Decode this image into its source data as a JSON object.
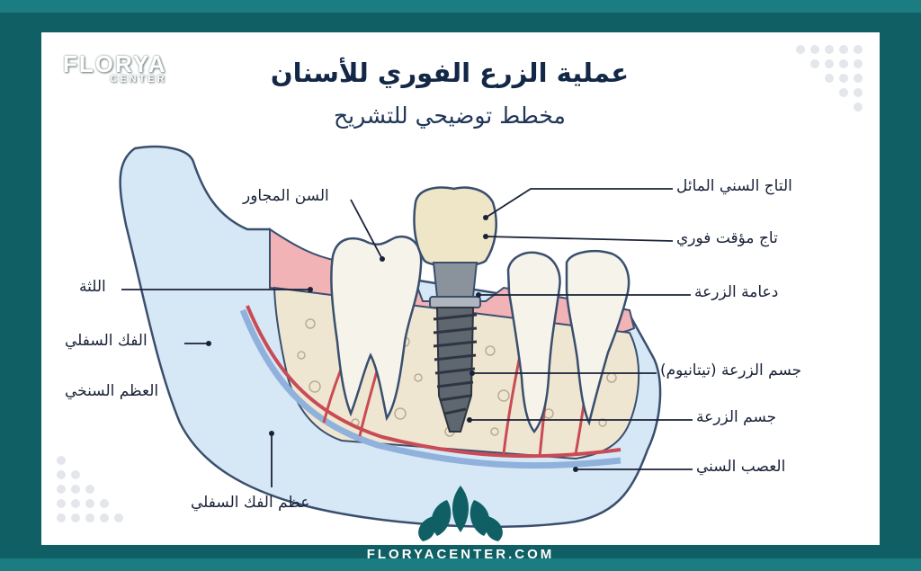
{
  "brand": {
    "name": "FLORYA",
    "sub": "CENTER"
  },
  "title": "عملية الزرع الفوري للأسنان",
  "subtitle": "مخطط توضيحي للتشريح",
  "labels": {
    "crown_tilted": "التاج السني المائل",
    "temp_crown": "تاج مؤقت فوري",
    "abutment": "دعامة الزرعة",
    "implant_body_titanium": "جسم الزرعة (تيتانيوم)",
    "implant_body": "جسم الزرعة",
    "dental_nerve": "العصب السني",
    "adjacent_tooth": "السن المجاور",
    "gum": "اللثة",
    "lower_jaw": "الفك السفلي",
    "alveolar_bone": "العظم السنخي",
    "mandible_bone": "عظم الفك السفلي"
  },
  "footer": "FLORYACENTER.COM",
  "colors": {
    "frame": "#0f5f64",
    "bone_blue": "#d6e8f6",
    "gum_pink": "#f2b3b6",
    "tooth": "#f6f3ea",
    "crown": "#efe6c8",
    "implant": "#5e6670",
    "nerve_red": "#c94b55",
    "nerve_blue": "#8fb1db",
    "text": "#132846"
  }
}
